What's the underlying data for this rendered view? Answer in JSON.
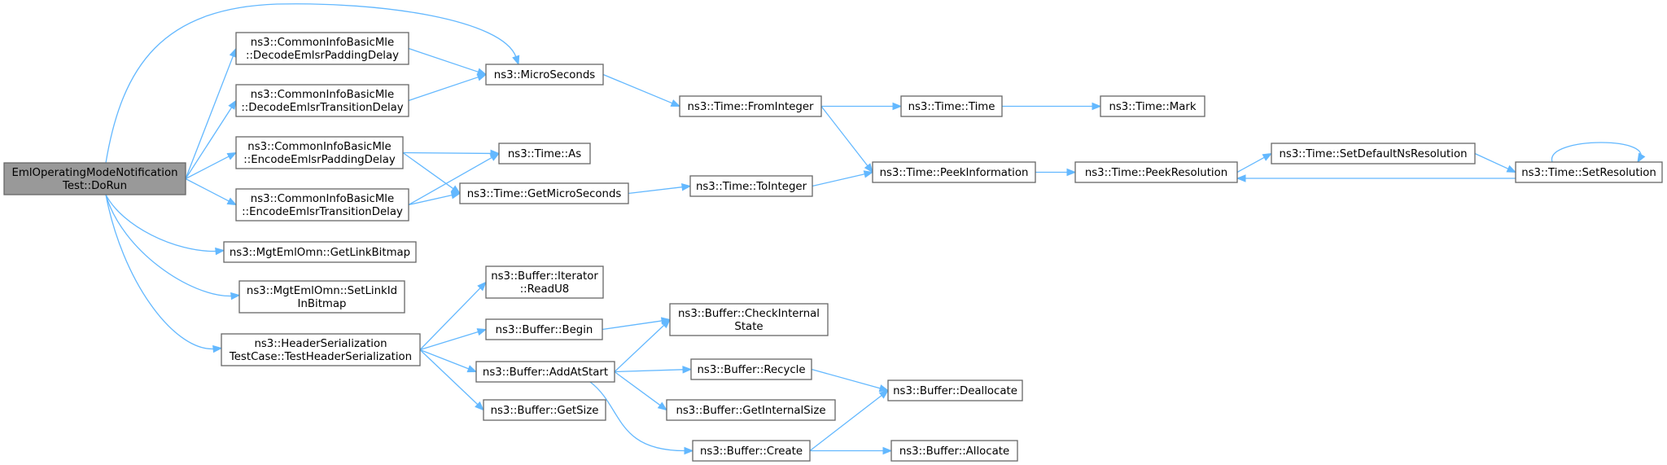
{
  "nodes": [
    {
      "id": "root",
      "lines": [
        "EmlOperatingModeNotification",
        "Test::DoRun"
      ],
      "root": true
    },
    {
      "id": "decPad",
      "lines": [
        "ns3::CommonInfoBasicMle",
        "::DecodeEmlsrPaddingDelay"
      ]
    },
    {
      "id": "decTrans",
      "lines": [
        "ns3::CommonInfoBasicMle",
        "::DecodeEmlsrTransitionDelay"
      ]
    },
    {
      "id": "encPad",
      "lines": [
        "ns3::CommonInfoBasicMle",
        "::EncodeEmlsrPaddingDelay"
      ]
    },
    {
      "id": "encTrans",
      "lines": [
        "ns3::CommonInfoBasicMle",
        "::EncodeEmlsrTransitionDelay"
      ]
    },
    {
      "id": "getLinkBitmap",
      "lines": [
        "ns3::MgtEmlOmn::GetLinkBitmap"
      ]
    },
    {
      "id": "setLinkId",
      "lines": [
        "ns3::MgtEmlOmn::SetLinkId",
        "InBitmap"
      ]
    },
    {
      "id": "testHeader",
      "lines": [
        "ns3::HeaderSerialization",
        "TestCase::TestHeaderSerialization"
      ]
    },
    {
      "id": "microSeconds",
      "lines": [
        "ns3::MicroSeconds"
      ]
    },
    {
      "id": "timeAs",
      "lines": [
        "ns3::Time::As"
      ]
    },
    {
      "id": "getMicro",
      "lines": [
        "ns3::Time::GetMicroSeconds"
      ]
    },
    {
      "id": "readU8",
      "lines": [
        "ns3::Buffer::Iterator",
        "::ReadU8"
      ]
    },
    {
      "id": "bufBegin",
      "lines": [
        "ns3::Buffer::Begin"
      ]
    },
    {
      "id": "addAtStart",
      "lines": [
        "ns3::Buffer::AddAtStart"
      ]
    },
    {
      "id": "getSize",
      "lines": [
        "ns3::Buffer::GetSize"
      ]
    },
    {
      "id": "fromInteger",
      "lines": [
        "ns3::Time::FromInteger"
      ]
    },
    {
      "id": "toInteger",
      "lines": [
        "ns3::Time::ToInteger"
      ]
    },
    {
      "id": "checkInternal",
      "lines": [
        "ns3::Buffer::CheckInternal",
        "State"
      ]
    },
    {
      "id": "recycle",
      "lines": [
        "ns3::Buffer::Recycle"
      ]
    },
    {
      "id": "getInternalSize",
      "lines": [
        "ns3::Buffer::GetInternalSize"
      ]
    },
    {
      "id": "create",
      "lines": [
        "ns3::Buffer::Create"
      ]
    },
    {
      "id": "timeTime",
      "lines": [
        "ns3::Time::Time"
      ]
    },
    {
      "id": "peekInfo",
      "lines": [
        "ns3::Time::PeekInformation"
      ]
    },
    {
      "id": "deallocate",
      "lines": [
        "ns3::Buffer::Deallocate"
      ]
    },
    {
      "id": "allocate",
      "lines": [
        "ns3::Buffer::Allocate"
      ]
    },
    {
      "id": "timeMark",
      "lines": [
        "ns3::Time::Mark"
      ]
    },
    {
      "id": "peekRes",
      "lines": [
        "ns3::Time::PeekResolution"
      ]
    },
    {
      "id": "setDefault",
      "lines": [
        "ns3::Time::SetDefaultNsResolution"
      ]
    },
    {
      "id": "setRes",
      "lines": [
        "ns3::Time::SetResolution"
      ]
    }
  ],
  "edges": [
    [
      "root",
      "microSeconds"
    ],
    [
      "root",
      "decPad"
    ],
    [
      "root",
      "decTrans"
    ],
    [
      "root",
      "encPad"
    ],
    [
      "root",
      "encTrans"
    ],
    [
      "root",
      "getLinkBitmap"
    ],
    [
      "root",
      "setLinkId"
    ],
    [
      "root",
      "testHeader"
    ],
    [
      "decPad",
      "microSeconds"
    ],
    [
      "decTrans",
      "microSeconds"
    ],
    [
      "encPad",
      "timeAs"
    ],
    [
      "encPad",
      "getMicro"
    ],
    [
      "encTrans",
      "timeAs"
    ],
    [
      "encTrans",
      "getMicro"
    ],
    [
      "microSeconds",
      "fromInteger"
    ],
    [
      "getMicro",
      "toInteger"
    ],
    [
      "fromInteger",
      "timeTime"
    ],
    [
      "fromInteger",
      "peekInfo"
    ],
    [
      "toInteger",
      "peekInfo"
    ],
    [
      "timeTime",
      "timeMark"
    ],
    [
      "peekInfo",
      "peekRes"
    ],
    [
      "peekRes",
      "setDefault"
    ],
    [
      "setDefault",
      "setRes"
    ],
    [
      "setRes",
      "peekRes"
    ],
    [
      "setRes",
      "setRes"
    ],
    [
      "testHeader",
      "readU8"
    ],
    [
      "testHeader",
      "bufBegin"
    ],
    [
      "testHeader",
      "addAtStart"
    ],
    [
      "testHeader",
      "getSize"
    ],
    [
      "bufBegin",
      "checkInternal"
    ],
    [
      "addAtStart",
      "checkInternal"
    ],
    [
      "addAtStart",
      "recycle"
    ],
    [
      "addAtStart",
      "getInternalSize"
    ],
    [
      "addAtStart",
      "create"
    ],
    [
      "recycle",
      "deallocate"
    ],
    [
      "create",
      "deallocate"
    ],
    [
      "create",
      "allocate"
    ]
  ]
}
